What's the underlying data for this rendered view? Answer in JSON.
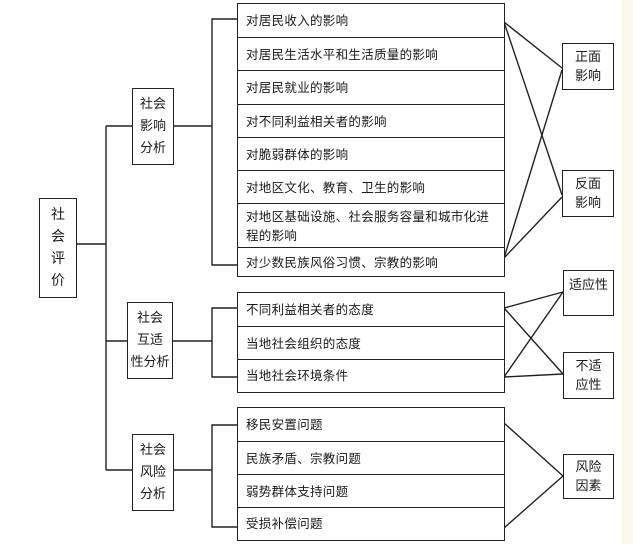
{
  "root": {
    "label": [
      "社",
      "会",
      "评",
      "价"
    ]
  },
  "categories": [
    {
      "id": "impact",
      "label": [
        "社会",
        "影响",
        "分析"
      ],
      "items": [
        "对居民收入的影响",
        "对居民生活水平和生活质量的影响",
        "对居民就业的影响",
        "对不同利益相关者的影响",
        "对脆弱群体的影响",
        "对地区文化、教育、卫生的影响",
        "对地区基础设施、社会服务容量和城市化进程的影响",
        "对少数民族风俗习惯、宗教的影响"
      ],
      "outcomes": [
        [
          "正面",
          "影响"
        ],
        [
          "反面",
          "影响"
        ]
      ]
    },
    {
      "id": "adaptability",
      "label": [
        "社会",
        "互适",
        "性分析"
      ],
      "items": [
        "不同利益相关者的态度",
        "当地社会组织的态度",
        "当地社会环境条件"
      ],
      "outcomes": [
        [
          "适应性"
        ],
        [
          "不适",
          "应性"
        ]
      ]
    },
    {
      "id": "risk",
      "label": [
        "社会",
        "风险",
        "分析"
      ],
      "items": [
        "移民安置问题",
        "民族矛盾、宗教问题",
        "弱势群体支持问题",
        "受损补偿问题"
      ],
      "outcomes": [
        [
          "风险",
          "因素"
        ]
      ]
    }
  ]
}
